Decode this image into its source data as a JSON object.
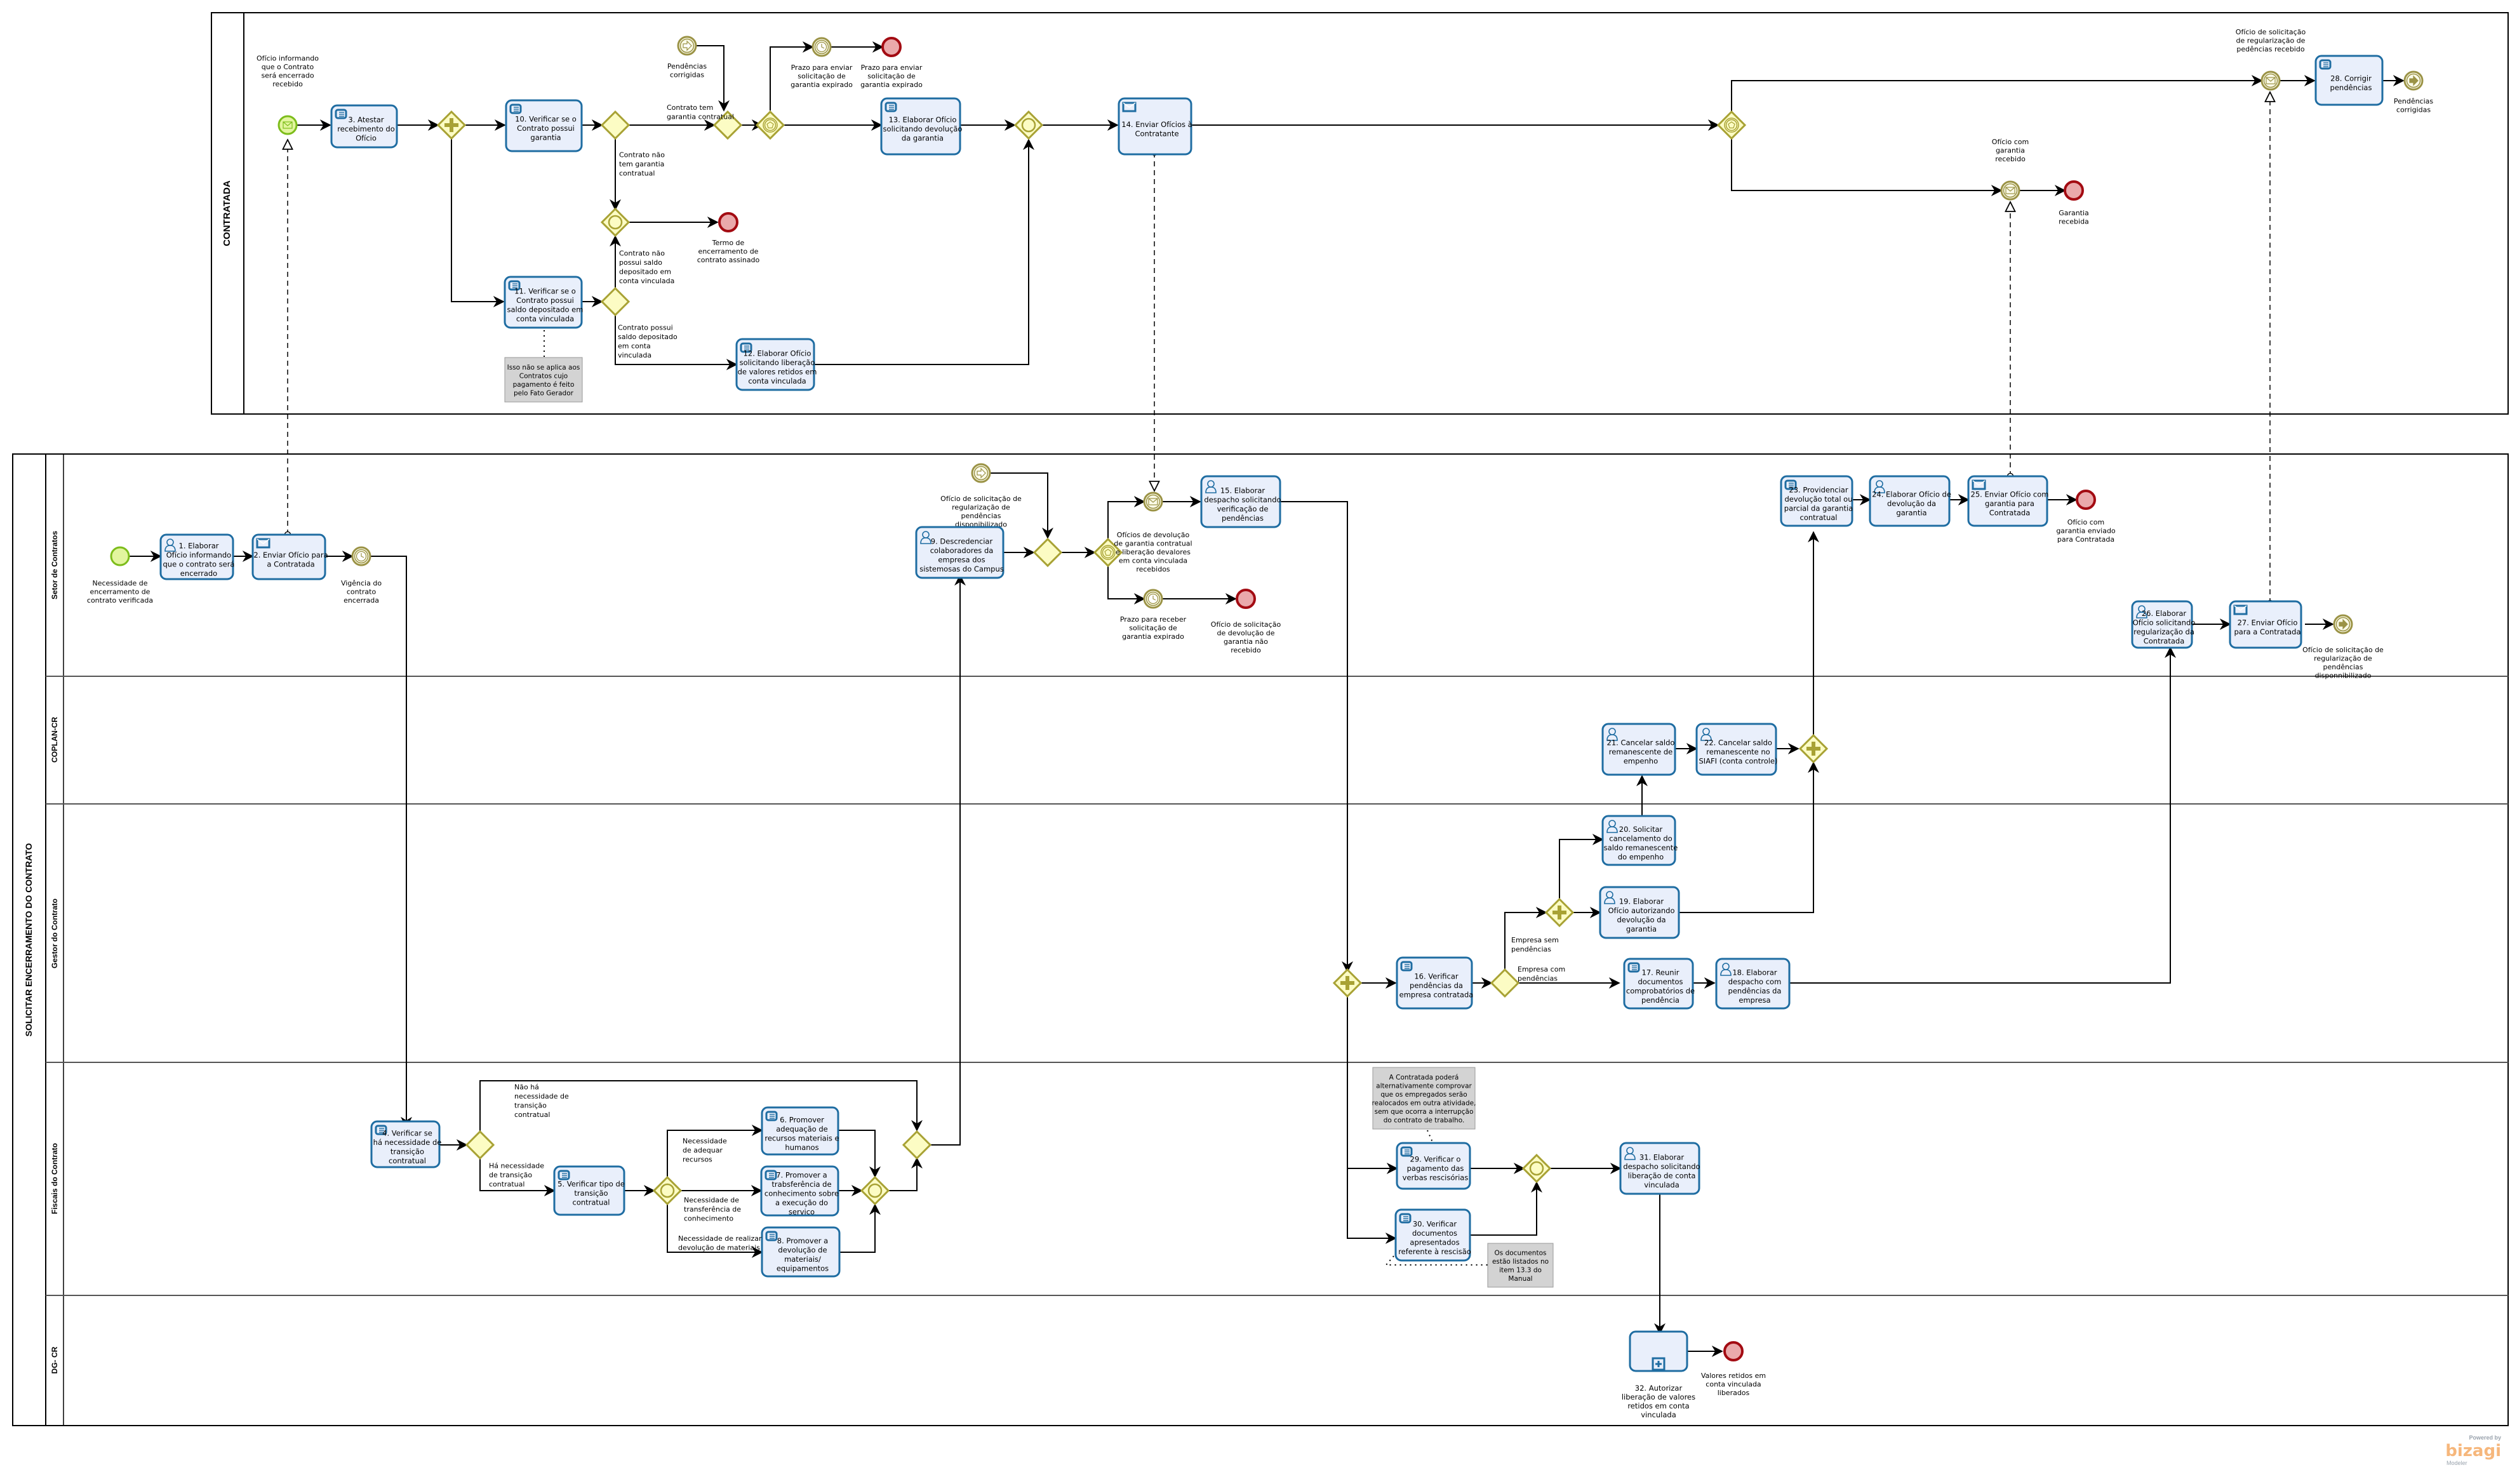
{
  "pools": {
    "contratada": {
      "label": "CONTRATADA"
    },
    "main": {
      "label": "SOLICITAR ENCERRAMENTO DO CONTRATO"
    }
  },
  "lanes": [
    {
      "id": "setor",
      "label": "Setor de Contratos"
    },
    {
      "id": "coplan",
      "label": "COPLAN-CR"
    },
    {
      "id": "gestor",
      "label": "Gestor do Contrato"
    },
    {
      "id": "fiscais",
      "label": "Fiscais do Contrato"
    },
    {
      "id": "dg",
      "label": "DG- CR"
    }
  ],
  "tasks": {
    "t1": [
      "1. Elaborar",
      "Ofício informando",
      "que o contrato será",
      "encerrado"
    ],
    "t2": [
      "2. Enviar Ofício para",
      "a Contratada"
    ],
    "t3": [
      "3. Atestar",
      "recebimento do",
      "Ofício"
    ],
    "t4": [
      "4. Verificar se",
      "há necessidade de",
      "transição",
      "contratual"
    ],
    "t5": [
      "5. Verificar tipo de",
      "transição",
      "contratual"
    ],
    "t6": [
      "6. Promover",
      "adequação de",
      "recursos materiais e",
      "humanos"
    ],
    "t7": [
      "7. Promover a",
      "trabsferência de",
      "conhecimento sobre",
      "a execução do",
      "servico"
    ],
    "t8": [
      "8. Promover a",
      "devolução de",
      "materiais/",
      "equipamentos"
    ],
    "t9": [
      "9. Descredenciar",
      "colaboradores da",
      "empresa dos",
      "sistemosas do Campus"
    ],
    "t10": [
      "10. Verificar se o",
      "Contrato possui",
      "garantia"
    ],
    "t11": [
      "11. Verificar se o",
      "Contrato possui",
      "saldo depositado em",
      "conta vinculada"
    ],
    "t12": [
      "12. Elaborar Ofício",
      "solicitando liberação",
      "de valores retidos em",
      "conta vinculada"
    ],
    "t13": [
      "13. Elaborar Ofício",
      "solicitando devolução",
      "da garantia"
    ],
    "t14": [
      "14. Enviar Ofícios à",
      "Contratante"
    ],
    "t15": [
      "15.  Elaborar",
      "despacho solicitando",
      "verificação de",
      "pendências"
    ],
    "t16": [
      "16. Verificar",
      "pendências da",
      "empresa contratada"
    ],
    "t17": [
      "17. Reunir",
      "documentos",
      "comprobatórios de",
      "pendência"
    ],
    "t18": [
      "18. Elaborar",
      "despacho com",
      "pendências da",
      "empresa"
    ],
    "t19": [
      "19. Elaborar",
      "Ofício autorizando",
      "devolução da",
      "garantia"
    ],
    "t20": [
      "20.  Solicitar",
      "cancelamento do",
      "saldo remanescente",
      "do empenho"
    ],
    "t21": [
      "21. Cancelar saldo",
      "remanescente de",
      "empenho"
    ],
    "t22": [
      "22. Cancelar saldo",
      "remanescente no",
      "SIAFI (conta controle)"
    ],
    "t23": [
      "23. Providenciar",
      "devolução total ou",
      "parcial da garantia",
      "contratual"
    ],
    "t24": [
      "24. Elaborar Ofício de",
      "devolução da",
      "garantia"
    ],
    "t25": [
      "25. Enviar Ofício com",
      "garantia para",
      "Contratada"
    ],
    "t26": [
      "26. Elaborar",
      "Ofício solicitando",
      "regularização da",
      "Contratada"
    ],
    "t27": [
      "27. Enviar Ofício",
      "para a Contratada"
    ],
    "t28": [
      "28. Corrigir",
      "pendências"
    ],
    "t29": [
      "29. Verificar o",
      "pagamento das",
      "verbas rescisórias"
    ],
    "t30": [
      "30. Verificar",
      "documentos",
      "apresentados",
      "referente à rescisão"
    ],
    "t31": [
      "31. Elaborar",
      "despacho solicitando",
      "liberação de conta",
      "vinculada"
    ],
    "t32": [
      "32. Autorizar",
      "liberação de valores",
      "retidos em conta",
      "vinculada"
    ]
  },
  "events": {
    "e_start": [
      "Necessidade de",
      "encerramento de",
      "contrato verificada"
    ],
    "e_vigencia": [
      "Vigência do",
      "contrato",
      "encerrada"
    ],
    "e_oficio_informando": [
      "Ofício informando",
      "que o Contrato",
      "será encerrado",
      "recebido"
    ],
    "e_pend_corrigidas_in": [
      "Pendências",
      "corrigidas"
    ],
    "e_prazo_timer": [
      "Prazo para enviar",
      "solicitação de",
      "garantia expirado"
    ],
    "e_prazo_end": [
      "Prazo para enviar",
      "solicitação de",
      "garantia expirado"
    ],
    "e_termo_end": [
      "Termo de",
      "encerramento de",
      "contrato assinado"
    ],
    "e_oficio_regul_recebido": [
      "Ofício de solicitação",
      "de regularização de",
      "pedências recebido"
    ],
    "e_pend_corrigidas_out": [
      "Pendências",
      "corrigidas"
    ],
    "e_oficio_garantia_recebido": [
      "Ofício com",
      "garantia",
      "recebido"
    ],
    "e_garantia_recebida": [
      "Garantia",
      "recebida"
    ],
    "e_oficio_regul_disp_in": [
      "Ofício de solicitação de",
      "regularização de",
      "pendências",
      "disponibilizado"
    ],
    "e_oficios_devol_recebidos": [
      "Ofícios de devolução",
      "de garantia contratual",
      "e liberação devalores",
      "em conta vinculada",
      "recebidos"
    ],
    "e_prazo_receber": [
      "Prazo para receber",
      "solicitação de",
      "garantia expirado"
    ],
    "e_oficio_nao_recebido": [
      "Ofício de solicitação",
      "de devolução de",
      "garantia não",
      "recebido"
    ],
    "e_oficio_garantia_enviado": [
      "Ofício com",
      "garantia enviado",
      "para Contratada"
    ],
    "e_oficio_regul_disp_out": [
      "Ofício de solicitação de",
      "regularização de",
      "pendências",
      "disponnibilizado"
    ],
    "e_valores_liberados": [
      "Valores retidos em",
      "conta vinculada",
      "liberados"
    ]
  },
  "flow_labels": {
    "tem_garantia": [
      "Contrato tem",
      "garantia contratual"
    ],
    "nao_tem_garantia": [
      "Contrato não",
      "tem garantia",
      "contratual"
    ],
    "nao_possui_saldo": [
      "Contrato não",
      "possui saldo",
      "depositado em",
      "conta vinculada"
    ],
    "possui_saldo": [
      "Contrato possui",
      "saldo depositado",
      "em conta",
      "vinculada"
    ],
    "sem_pendencias": [
      "Empresa sem",
      "pendências"
    ],
    "com_pendencias": [
      "Empresa com",
      "pendências"
    ],
    "nao_ha_transicao": [
      "Não há",
      "necessidade de",
      "transição",
      "contratual"
    ],
    "ha_transicao": [
      "Há necessidade",
      "de transição",
      "contratual"
    ],
    "adequar_recursos": [
      "Necessidade",
      "de adequar",
      "recursos"
    ],
    "transf_conhecimento": [
      "Necessidade de",
      "transferência de",
      "conhecimento"
    ],
    "devol_materiais": [
      "Necessidade de realizar",
      "devolução de materiais"
    ]
  },
  "annotations": {
    "a_fato_gerador": [
      "Isso não se aplica aos",
      "Contratos cujo",
      "pagamento é feito",
      "pelo Fato Gerador"
    ],
    "a_realocados": [
      "A Contratada poderá",
      "alternativamente comprovar",
      "que os empregados serão",
      "realocados em outra atividade,",
      "sem que ocorra a interrupção",
      "do contrato de trabalho."
    ],
    "a_documentos": [
      "Os documentos",
      "estão listados no",
      "item 13.3 do",
      "Manual"
    ]
  },
  "branding": {
    "powered_by": "Powered by",
    "brand": "bizagi",
    "product": "Modeler"
  },
  "colors": {
    "task_fill": "#e9effb",
    "task_stroke": "#1f6da2",
    "gateway_fill": "#fcfcc4",
    "gateway_stroke": "#a8a234",
    "start_fill": "#e2f59e",
    "end_fill": "#eaa9ab",
    "end_stroke": "#a30b12",
    "brand": "#f6b77c"
  }
}
